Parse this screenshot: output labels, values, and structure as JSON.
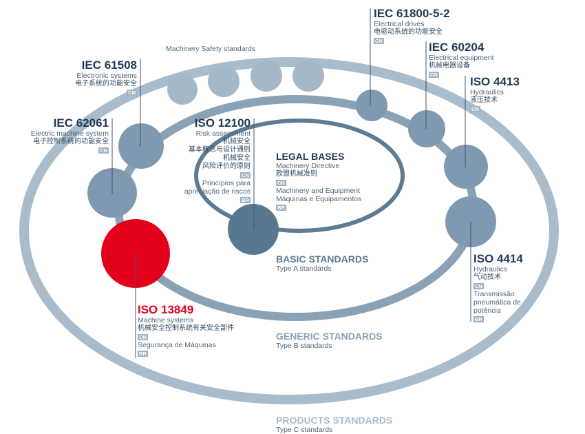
{
  "title": "Machinery Safety standards",
  "levels": [
    {
      "heading": "LEGAL BASES",
      "lines": [
        "Machinery Directive",
        "欧盟机械准则"
      ],
      "tag1": "CN",
      "lines2": [
        "Machinery and Equipment",
        "Máquinas e Equipamentos"
      ],
      "tag2": "BR"
    },
    {
      "heading": "BASIC STANDARDS",
      "sub": "Type A standards"
    },
    {
      "heading": "GENERIC STANDARDS",
      "sub": "Type B standards"
    },
    {
      "heading": "PRODUCTS STANDARDS",
      "sub": "Type C standards"
    }
  ],
  "standards": [
    {
      "code": "IEC 61508",
      "en": "Electronic systems",
      "cn": "电子系统的功能安全",
      "tag": "CN"
    },
    {
      "code": "IEC 62061",
      "en": "Electric machine system",
      "cn": "电子控制系统的功能安全",
      "tag": "CN"
    },
    {
      "code": "ISO 12100",
      "en": "Risk assessment",
      "cn": [
        "机械安全",
        "基本概念与设计通则",
        "机械安全",
        "风险评价的原则"
      ],
      "tag": "CN",
      "br": [
        "Princípios para",
        "apreciação de riscos"
      ],
      "tag2": "BR"
    },
    {
      "code": "ISO 13849",
      "en": "Machine systems",
      "cn": "机械安全控制系统有关安全部件",
      "tag": "CN",
      "br": "Segurança de Máquinas",
      "tag2": "BR"
    },
    {
      "code": "IEC 61800-5-2",
      "en": "Electrical drives",
      "cn": "电驱动系统的功能安全",
      "tag": "CN"
    },
    {
      "code": "IEC 60204",
      "en": "Electrical equipment",
      "cn": "机械电器设备",
      "tag": "CN"
    },
    {
      "code": "ISO 4413",
      "en": "Hydraulics",
      "cn": "液压技术",
      "tag": "CN"
    },
    {
      "code": "ISO 4414",
      "en": "Hydraulics",
      "cn": "气动技术",
      "tag": "CN",
      "br": [
        "Transmissão",
        "pneumática de",
        "potência"
      ],
      "tag2": "BR"
    }
  ],
  "colors": {
    "red": "#e3001b",
    "navy": "#1f3a56",
    "outer": "#a9bccb",
    "middle": "#8aa2b6",
    "inner": "#5d7b92"
  }
}
